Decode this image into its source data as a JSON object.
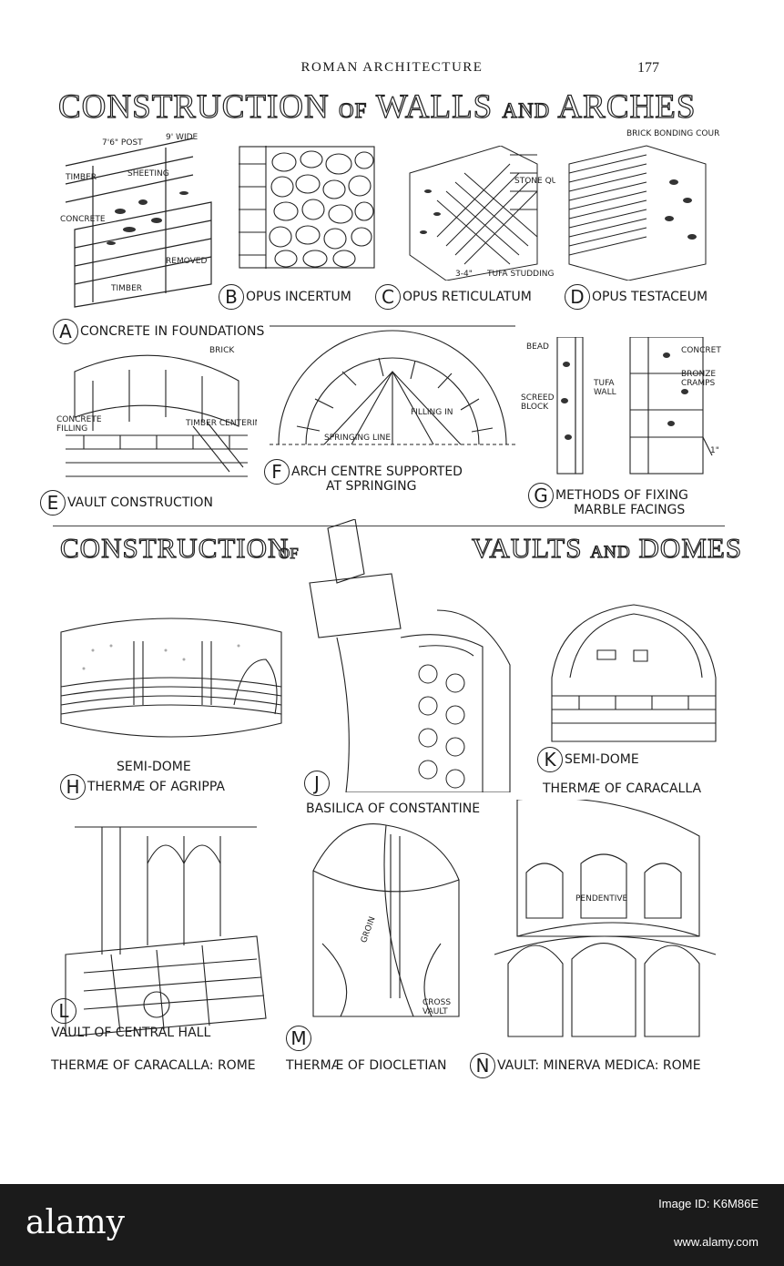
{
  "header": {
    "running_title": "ROMAN ARCHITECTURE",
    "page_number": "177"
  },
  "section1": {
    "title_a": "CONSTRUCTION",
    "title_of": "OF",
    "title_b": "WALLS",
    "title_and": "AND",
    "title_c": "ARCHES"
  },
  "section2": {
    "title_a": "CONSTRUCTION",
    "title_of": "OF",
    "title_b": "VAULTS",
    "title_and": "AND",
    "title_c": "DOMES"
  },
  "figures": {
    "A": {
      "letter": "A",
      "caption": "CONCRETE IN FOUNDATIONS",
      "labels": {
        "post": "7'6\" POST",
        "wide": "9' WIDE",
        "timber": "TIMBER",
        "sheeting": "SHEETING",
        "concrete": "CONCRETE",
        "timber2": "TIMBER",
        "removed": "REMOVED"
      }
    },
    "B": {
      "letter": "B",
      "caption": "OPUS INCERTUM"
    },
    "C": {
      "letter": "C",
      "caption": "OPUS RETICULATUM",
      "labels": {
        "stone_quoins": "STONE QUOINS",
        "studding": "TUFA STUDDING",
        "dim": "3-4\""
      }
    },
    "D": {
      "letter": "D",
      "caption": "OPUS TESTACEUM",
      "labels": {
        "brick_course": "BRICK BONDING COURSE"
      }
    },
    "E": {
      "letter": "E",
      "caption": "VAULT CONSTRUCTION",
      "labels": {
        "brick": "BRICK",
        "filling": "CONCRETE FILLING",
        "centering": "TIMBER CENTERING"
      }
    },
    "F": {
      "letter": "F",
      "caption_line1": "ARCH CENTRE SUPPORTED",
      "caption_line2": "AT SPRINGING",
      "labels": {
        "filling_in": "FILLING IN",
        "springing": "SPRINGING LINE"
      }
    },
    "G": {
      "letter": "G",
      "caption_line1": "METHODS OF FIXING",
      "caption_line2": "MARBLE FACINGS",
      "labels": {
        "bead": "BEAD",
        "tufa": "TUFA WALL",
        "screed": "SCREED BLOCK",
        "concrete": "CONCRETE",
        "cramps": "BRONZE CRAMPS",
        "dim": "1\""
      }
    },
    "H": {
      "letter": "H",
      "caption_line1": "SEMI-DOME",
      "caption_line2": "THERMÆ OF AGRIPPA"
    },
    "J": {
      "letter": "",
      "caption": "BASILICA OF CONSTANTINE",
      "letter_j": "J"
    },
    "K": {
      "letter": "K",
      "caption_line1": "SEMI-DOME",
      "caption_line2": "THERMÆ OF CARACALLA"
    },
    "L": {
      "letter": "L",
      "caption_line1": "VAULT OF CENTRAL HALL",
      "caption_line2": "THERMÆ OF CARACALLA: ROME"
    },
    "M": {
      "letter": "M",
      "caption": "THERMÆ OF DIOCLETIAN",
      "labels": {
        "groin": "GROIN",
        "cross_vault": "CROSS VAULT"
      }
    },
    "N": {
      "letter": "N",
      "caption": "VAULT: MINERVA MEDICA: ROME",
      "labels": {
        "pendentive": "PENDENTIVE"
      }
    }
  },
  "footer": {
    "brand": "alamy",
    "image_id": "Image ID: K6M86E",
    "url": "www.alamy.com"
  }
}
